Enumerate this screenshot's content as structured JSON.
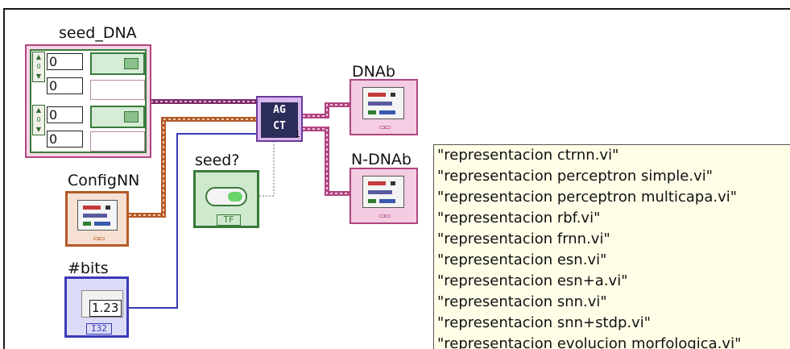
{
  "diagram": {
    "seed_dna": {
      "label": "seed_DNA",
      "values": [
        "0",
        "0",
        "0",
        "0"
      ]
    },
    "config_nn": {
      "label": "ConfigNN"
    },
    "bits": {
      "label": "#bits",
      "value": "1.23",
      "type": "I32"
    },
    "seed_q": {
      "label": "seed?",
      "type": "TF"
    },
    "subvi": {
      "glyph_top": "AG",
      "glyph_bottom": "CT",
      "index": "1"
    },
    "dnab": {
      "label": "DNAb"
    },
    "ndnab": {
      "label": "N-DNAb"
    },
    "vi_list": [
      "\"representacion ctrnn.vi\"",
      "\"representacion perceptron simple.vi\"",
      "\"representacion perceptron multicapa.vi\"",
      "\"representacion rbf.vi\"",
      "\"representacion frnn.vi\"",
      "\"representacion esn.vi\"",
      "\"representacion esn+a.vi\"",
      "\"representacion snn.vi\"",
      "\"representacion snn+stdp.vi\"",
      "\"representacion evolucion morfologica.vi\""
    ],
    "colors": {
      "cluster_wire": "#b0457f",
      "dna_wire": "#7b2f6a",
      "numeric_wire": "#3a3ab8",
      "bool_wire": "#2e7d32",
      "cluster_brown": "#b35a28"
    }
  }
}
